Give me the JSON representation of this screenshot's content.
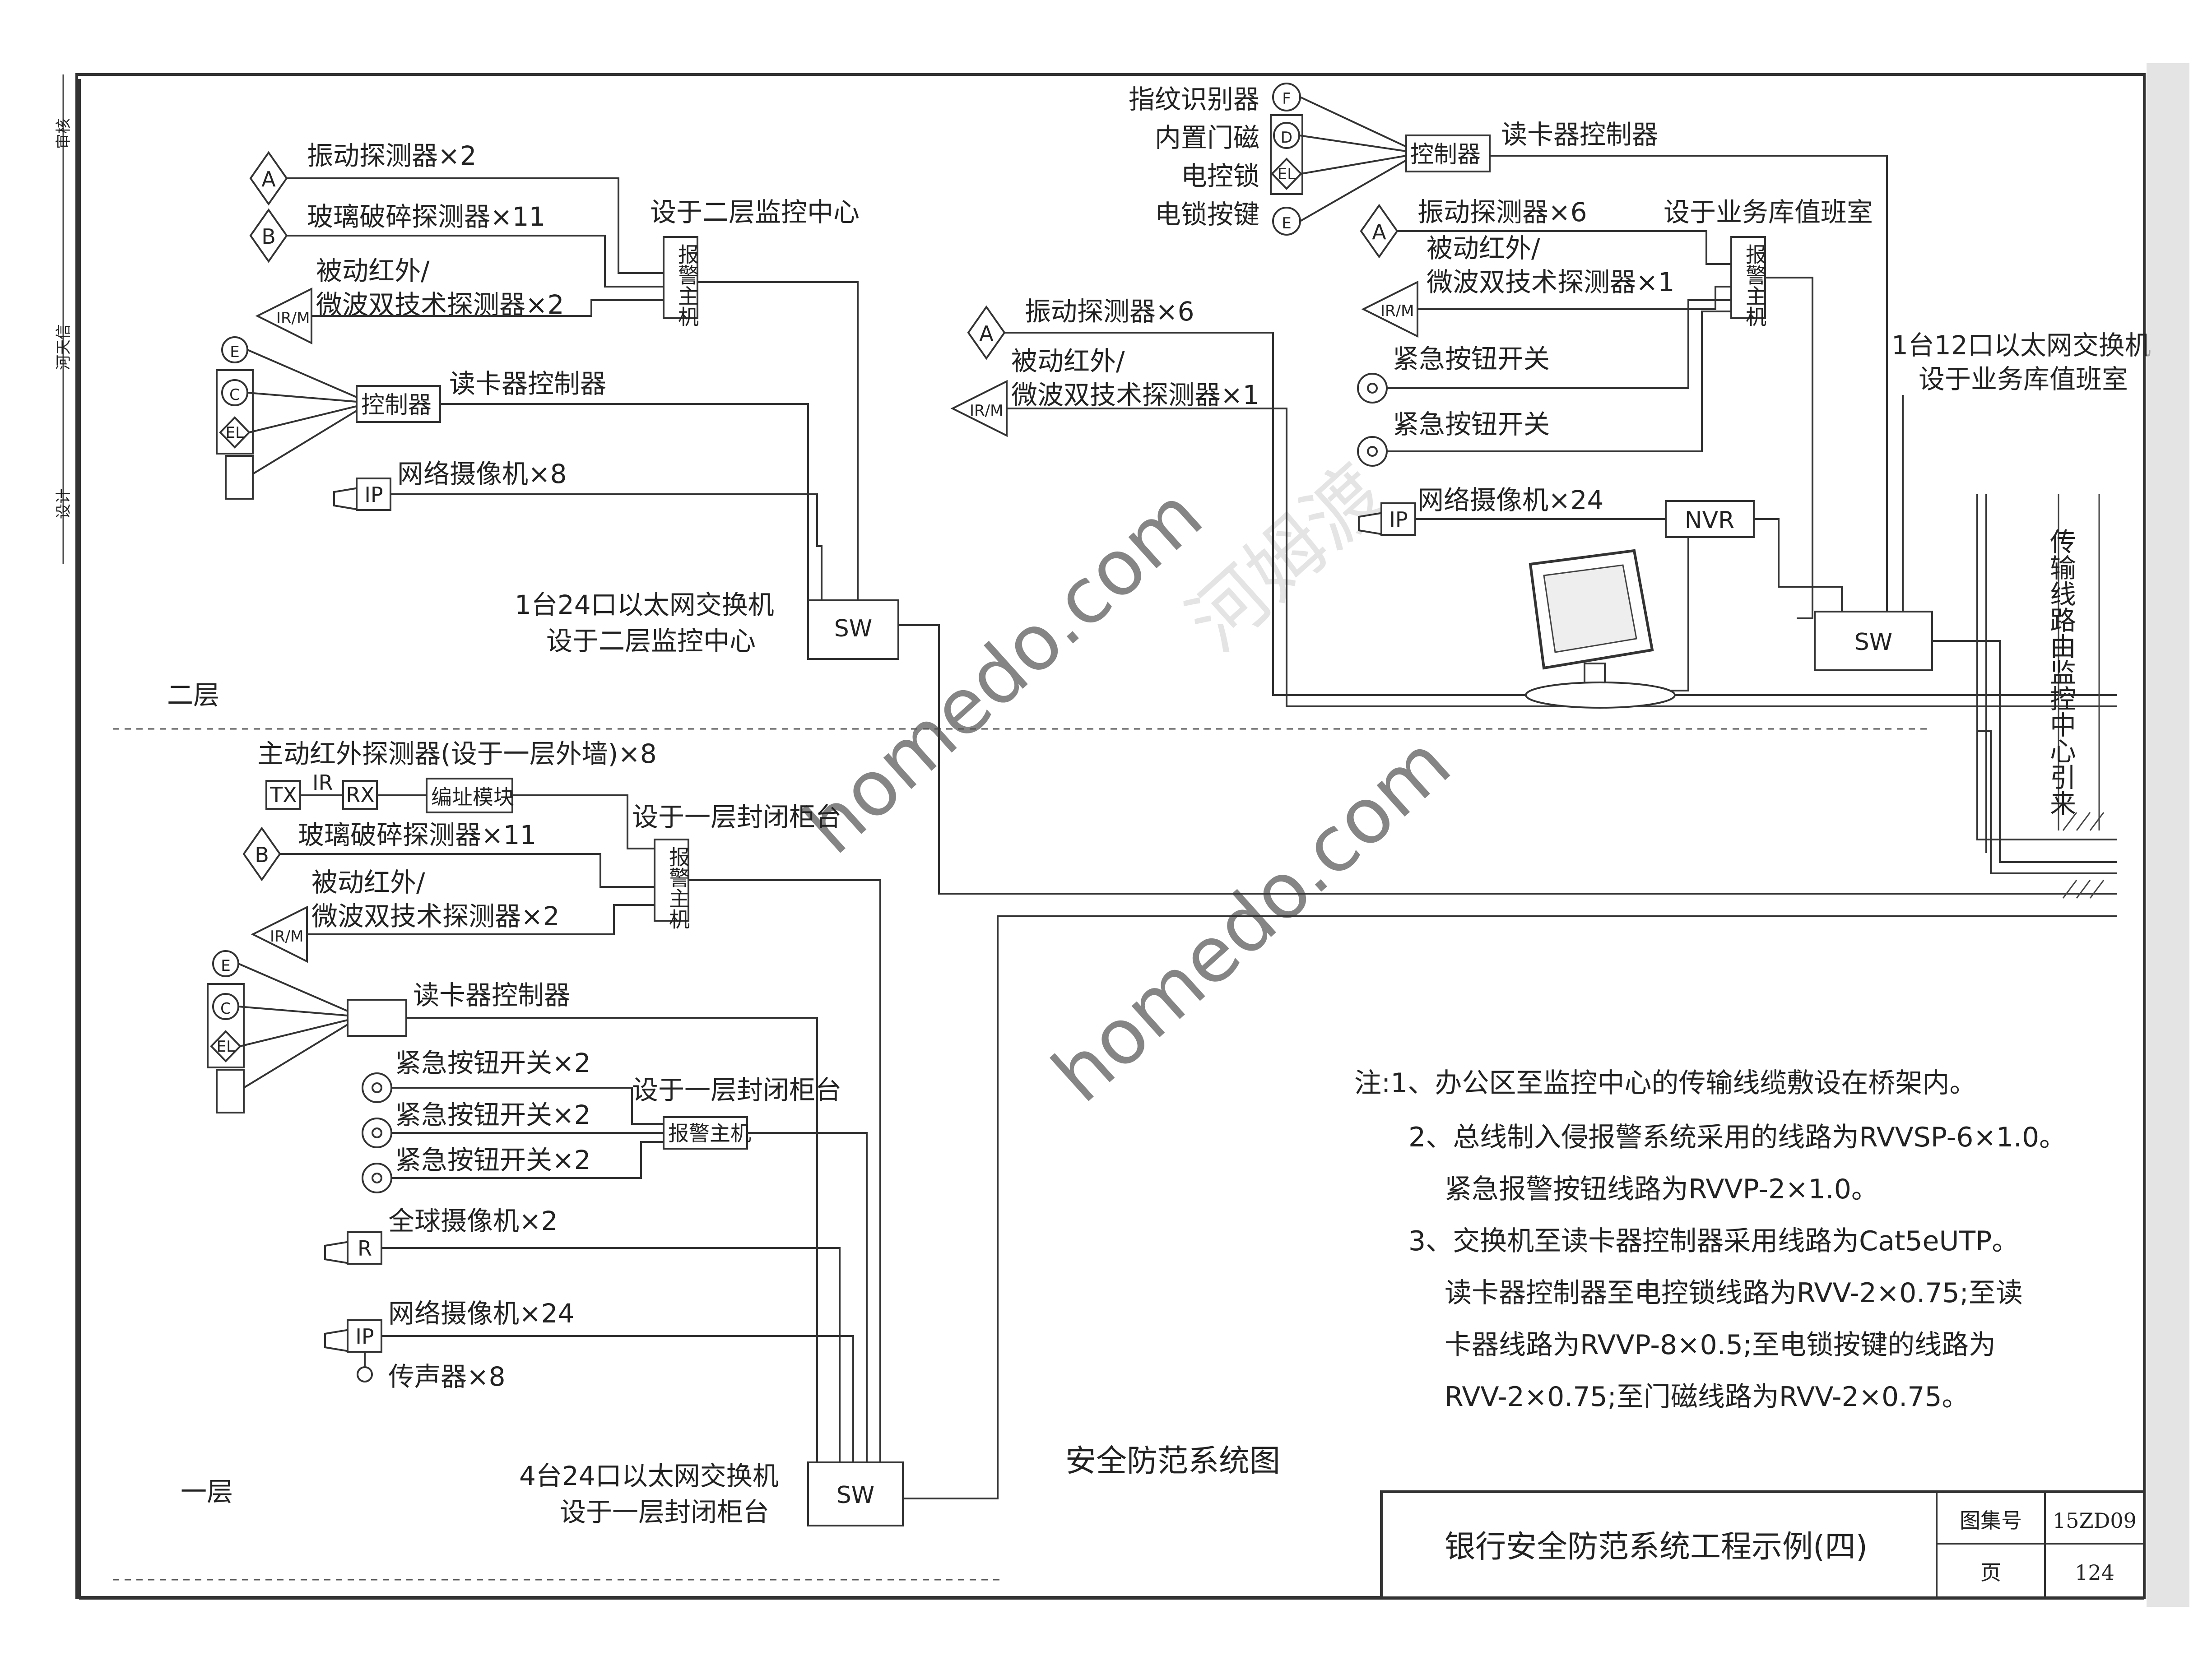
{
  "floors": {
    "second": "二层",
    "first": "一层"
  },
  "second_floor": {
    "vibration_detector": "振动探测器×2",
    "glass_break_detector": "玻璃破碎探测器×11",
    "pir_line1": "被动红外/",
    "pir_line2": "微波双技术探测器×2",
    "alarm_host_location": "设于二层监控中心",
    "alarm_host": "报警主机",
    "controller": "控制器",
    "card_reader_controller": "读卡器控制器",
    "network_camera": "网络摄像机×8",
    "switch_line1": "1台24口以太网交换机",
    "switch_line2": "设于二层监控中心",
    "switch": "SW"
  },
  "vault_room": {
    "fingerprint": "指纹识别器",
    "door_magnet": "内置门磁",
    "electric_lock": "电控锁",
    "lock_button": "电锁按键",
    "controller": "控制器",
    "card_reader_controller": "读卡器控制器",
    "vibration_detector": "振动探测器×6",
    "alarm_host_location": "设于业务库值班室",
    "pir_line1": "被动红外/",
    "pir_line2": "微波双技术探测器×1",
    "alarm_host": "报警主机",
    "emergency_button_1": "紧急按钮开关",
    "emergency_button_2": "紧急按钮开关",
    "network_camera": "网络摄像机×24",
    "nvr": "NVR",
    "switch_line1": "1台12口以太网交换机",
    "switch_line2": "设于业务库值班室",
    "switch": "SW",
    "transmission_note": "传输线路由监控中心引来"
  },
  "middle_group": {
    "vibration_detector": "振动探测器×6",
    "pir_line1": "被动红外/",
    "pir_line2": "微波双技术探测器×1"
  },
  "first_floor": {
    "active_ir": "主动红外探测器(设于一层外墙)×8",
    "tx": "TX",
    "ir": "IR",
    "rx": "RX",
    "address_module": "编址模块",
    "glass_break_detector": "玻璃破碎探测器×11",
    "alarm_host_location_1": "设于一层封闭柜台",
    "alarm_host": "报警主机",
    "pir_line1": "被动红外/",
    "pir_line2": "微波双技术探测器×2",
    "card_reader_controller": "读卡器控制器",
    "emergency_button_1": "紧急按钮开关×2",
    "emergency_button_2": "紧急按钮开关×2",
    "emergency_button_3": "紧急按钮开关×2",
    "alarm_host_location_2": "设于一层封闭柜台",
    "alarm_host_2": "报警主机",
    "dome_camera": "全球摄像机×2",
    "network_camera": "网络摄像机×24",
    "microphone": "传声器×8",
    "switch_line1": "4台24口以太网交换机",
    "switch_line2": "设于一层封闭柜台",
    "switch": "SW"
  },
  "symbols": {
    "A": "A",
    "B": "B",
    "IRM": "IR/M",
    "E": "E",
    "C": "C",
    "EL": "EL",
    "IP": "IP",
    "R": "R",
    "F": "F",
    "D": "D"
  },
  "notes": {
    "line1": "注:1、办公区至监控中心的传输线缆敷设在桥架内。",
    "line2": "2、总线制入侵报警系统采用的线路为RVVSP-6×1.0。",
    "line3": "紧急报警按钮线路为RVVP-2×1.0。",
    "line4": "3、交换机至读卡器控制器采用线路为Cat5eUTP。",
    "line5": "读卡器控制器至电控锁线路为RVV-2×0.75;至读",
    "line6": "卡器线路为RVVP-8×0.5;至电锁按键的线路为",
    "line7": "RVV-2×0.75;至门磁线路为RVV-2×0.75。"
  },
  "diagram_title": "安全防范系统图",
  "title_block": {
    "title": "银行安全防范系统工程示例(四)",
    "atlas_label": "图集号",
    "atlas_value": "15ZD09",
    "page_label": "页",
    "page_value": "124"
  },
  "margin": {
    "text1": "审核",
    "text2": "河天信",
    "text3": "设计"
  },
  "watermark": {
    "text1": "homedo.com",
    "text2": "河姆渡",
    "text3": "homedo.com"
  }
}
